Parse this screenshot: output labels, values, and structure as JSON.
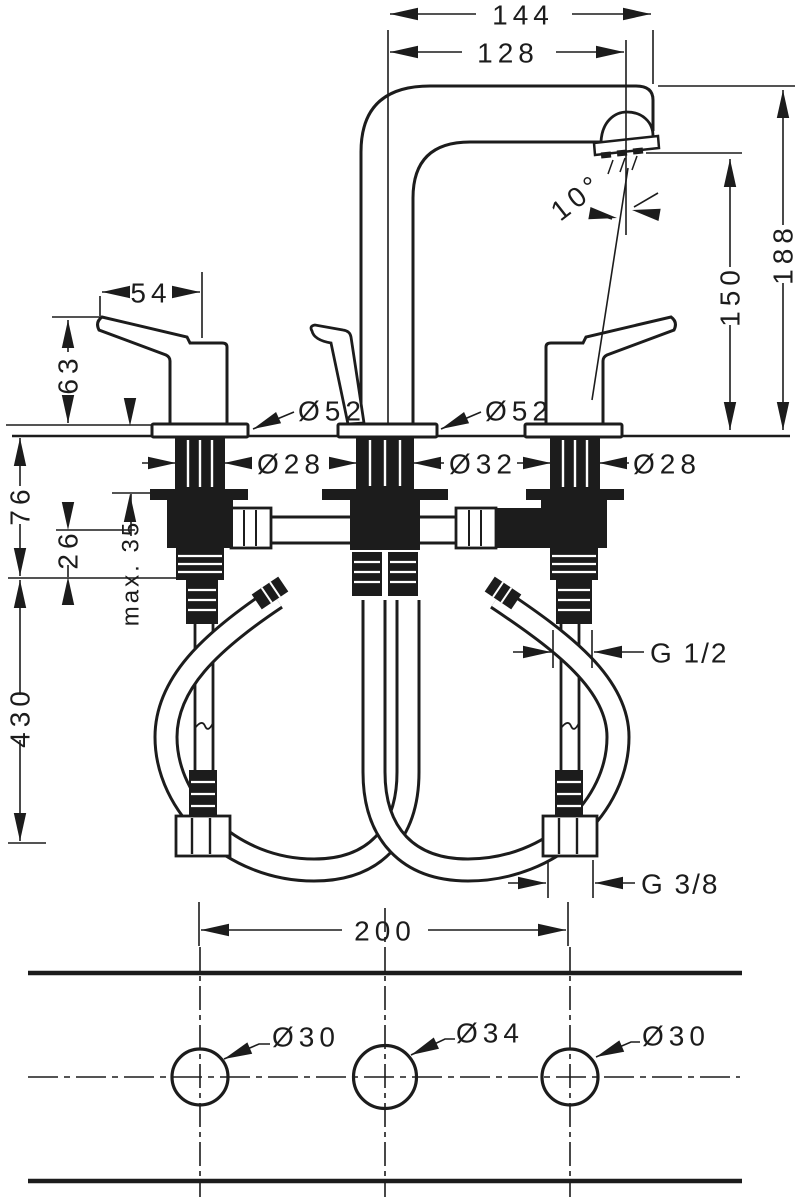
{
  "meta": {
    "title": "Three-hole basin mixer installation dimension drawing",
    "background": "#ffffff",
    "line_color": "#1c1c1c",
    "views": [
      "side elevation with supply hoses",
      "countertop hole plan"
    ]
  },
  "labels": {
    "spout_reach_total": "144",
    "spout_reach_aerator": "128",
    "height_total": "188",
    "height_aerator": "150",
    "spray_angle": "10°",
    "handle_projection": "54",
    "handle_height": "63",
    "escutcheon_left": "Ø52",
    "escutcheon_middle": "Ø52",
    "shank_left": "Ø28",
    "shank_middle": "Ø32",
    "shank_right": "Ø28",
    "under_deck_height": "76",
    "thread_length": "26",
    "max_deck_thickness": "max. 35",
    "hose_length": "430",
    "hose_connection_thread": "G 1/2",
    "supply_connection_thread": "G 3/8",
    "hole_spacing": "200",
    "hole_left": "Ø30",
    "hole_middle": "Ø34",
    "hole_right": "Ø30"
  }
}
